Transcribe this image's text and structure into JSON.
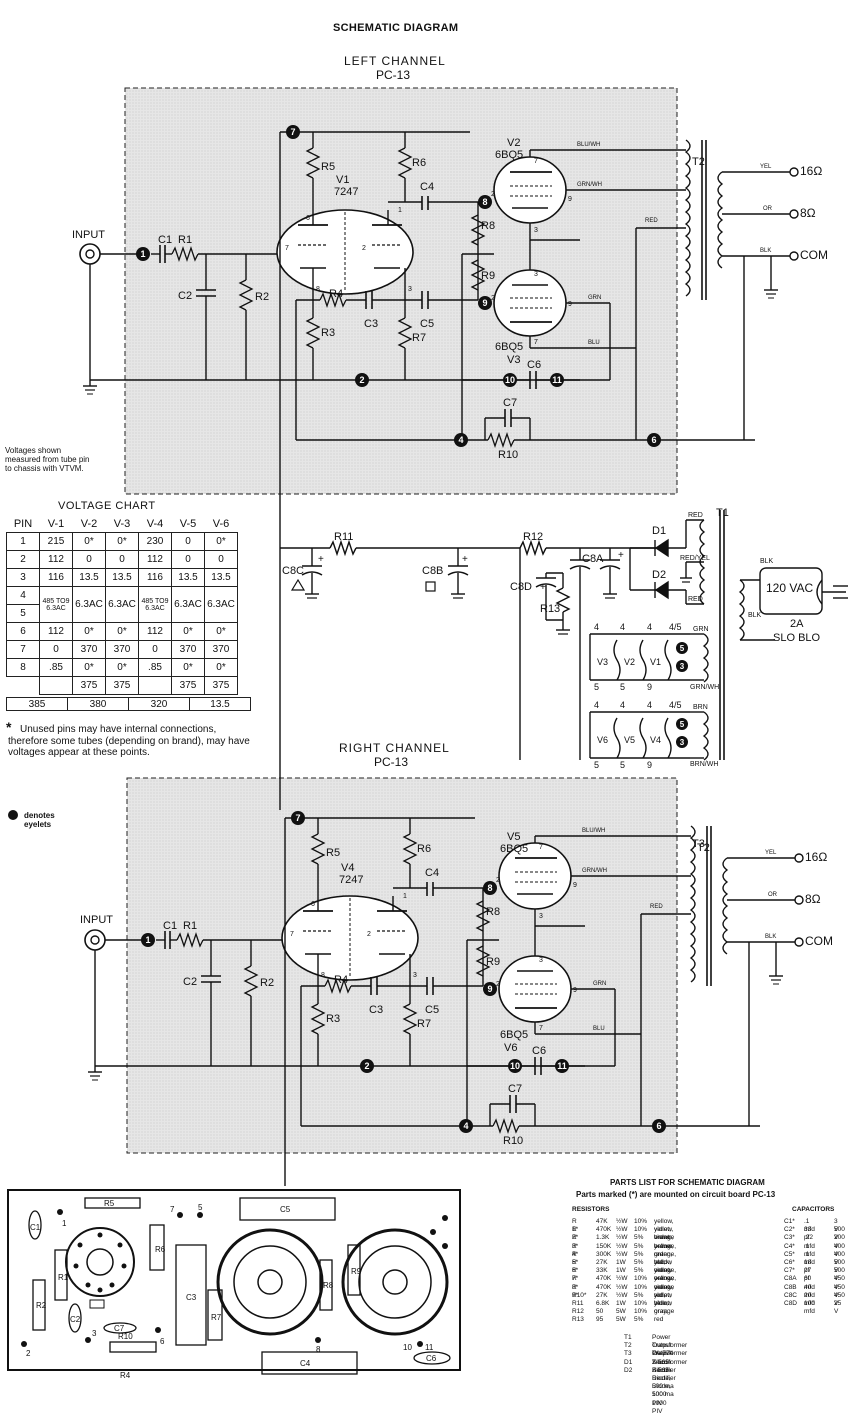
{
  "title": "SCHEMATIC DIAGRAM",
  "left_channel": {
    "name": "LEFT CHANNEL",
    "board": "PC-13"
  },
  "right_channel": {
    "name": "RIGHT CHANNEL",
    "board": "PC-13"
  },
  "input_label": "INPUT",
  "voltage_note": "Voltages shown measured from tube pin to chassis with VTVM.",
  "voltage_chart": {
    "title": "VOLTAGE CHART",
    "headers": [
      "PIN",
      "V-1",
      "V-2",
      "V-3",
      "V-4",
      "V-5",
      "V-6"
    ],
    "rows": [
      [
        "1",
        "215",
        "0*",
        "0*",
        "230",
        "0",
        "0*"
      ],
      [
        "2",
        "112",
        "0",
        "0",
        "112",
        "0",
        "0"
      ],
      [
        "3",
        "116",
        "13.5",
        "13.5",
        "116",
        "13.5",
        "13.5"
      ],
      [
        "4",
        "485 TO9 6.3AC",
        "6.3AC",
        "6.3AC",
        "485 TO9 6.3AC",
        "6.3AC",
        "6.3AC"
      ],
      [
        "5",
        "",
        "",
        "",
        "",
        "",
        ""
      ],
      [
        "6",
        "112",
        "0*",
        "0*",
        "112",
        "0*",
        "0*"
      ],
      [
        "7",
        "0",
        "370",
        "370",
        "0",
        "370",
        "370"
      ],
      [
        "8",
        ".85",
        "0*",
        "0*",
        ".85",
        "0*",
        "0*"
      ],
      [
        "",
        "",
        "375",
        "375",
        "",
        "375",
        "375"
      ]
    ],
    "bottom_row": [
      "385",
      "380",
      "320",
      "13.5"
    ]
  },
  "unused_note": "Unused pins may have internal connections, therefore some tubes (depending on brand), may have voltages appear at these points.",
  "eyelet_note": "denotes eyelets",
  "tubes": {
    "v1": "V1",
    "v1_type": "7247",
    "v2": "V2",
    "v2_type": "6BQ5",
    "v3": "V3",
    "v3_type": "6BQ5",
    "v4": "V4",
    "v4_type": "7247",
    "v5": "V5",
    "v5_type": "6BQ5",
    "v6": "V6",
    "v6_type": "6BQ5"
  },
  "taps": {
    "ohm16": "16Ω",
    "ohm8": "8Ω",
    "com": "COM"
  },
  "wires": {
    "blu_wh": "BLU/WH",
    "grn_wh": "GRN/WH",
    "red": "RED",
    "grn": "GRN",
    "blu": "BLU",
    "yel": "YEL",
    "or": "OR",
    "blk": "BLK",
    "red_yel": "RED/YEL",
    "brn": "BRN",
    "brn_wh": "BRN/WH"
  },
  "power": {
    "mains": "120 VAC",
    "fuse": "2A",
    "fuse_type": "SLO BLO"
  },
  "parts_list": {
    "title": "PARTS LIST FOR SCHEMATIC DIAGRAM",
    "subtitle": "Parts marked (*) are mounted on circuit board PC-13",
    "resistors_header": "RESISTORS",
    "capacitors_header": "CAPACITORS",
    "resistors": [
      [
        "R 1*",
        "47K",
        "½W",
        "10%",
        "yellow, violet, orange"
      ],
      [
        "R 2*",
        "470K",
        "½W",
        "10%",
        "yellow, violet, yellow"
      ],
      [
        "R 3*",
        "1.3K",
        "½W",
        "5%",
        "brown, orange, red"
      ],
      [
        "R 4*",
        "150K",
        "½W",
        "5%",
        "brown, green, yellow"
      ],
      [
        "R 5*",
        "300K",
        "½W",
        "5%",
        "orange, black, yellow"
      ],
      [
        "R 6*",
        "27K",
        "1W",
        "5%",
        "red, violet, orange"
      ],
      [
        "R 7*",
        "33K",
        "1W",
        "5%",
        "orange, orange, orange"
      ],
      [
        "R 8*",
        "470K",
        "½W",
        "10%",
        "yellow, violet, yellow"
      ],
      [
        "R 9*",
        "470K",
        "½W",
        "10%",
        "yellow, violet, yellow"
      ],
      [
        "R10*",
        "27K",
        "½W",
        "5%",
        "red, violet, orange"
      ],
      [
        "R11",
        "6.8K",
        "1W",
        "10%",
        "blue, gray, red"
      ],
      [
        "R12",
        "50",
        "5W",
        "10%",
        ""
      ],
      [
        "R13",
        "95",
        "5W",
        "5%",
        ""
      ]
    ],
    "capacitors": [
      [
        "C1*",
        ".1 mfd",
        "3 V"
      ],
      [
        "C2*",
        "33 pf",
        "500 V"
      ],
      [
        "C3*",
        ".22 mfd",
        "200 V"
      ],
      [
        "C4*",
        ".1 mfd",
        "400 V"
      ],
      [
        "C5*",
        ".1 mfd",
        "400 V"
      ],
      [
        "C6*",
        "18 pf",
        "500 V"
      ],
      [
        "C7*",
        "27 pf",
        "500 V"
      ],
      [
        "C8A",
        "60 mfd",
        "450 V"
      ],
      [
        "C8B",
        "40 mfd",
        "450 V"
      ],
      [
        "C8C",
        "20 mfd",
        "450 V"
      ],
      [
        "C8D",
        "100 mfd",
        "25 V"
      ]
    ],
    "others": [
      [
        "T1",
        "Power Transformer PA-774"
      ],
      [
        "T2",
        "Output Transformer Z-565"
      ],
      [
        "T3",
        "Output Transformer Z-565"
      ],
      [
        "D1",
        "Silicon Rectifier Diode, 500 ma 1000 PIV"
      ],
      [
        "D2",
        "Silicon Rectifier Diode, 500 ma 1000 PIV"
      ]
    ]
  }
}
